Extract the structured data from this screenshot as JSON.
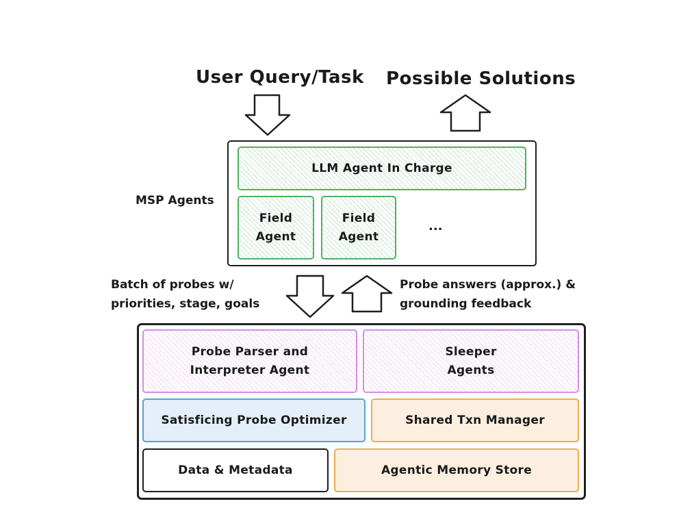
{
  "titles": {
    "input": "User Query/Task",
    "output": "Possible Solutions"
  },
  "msp": {
    "label": "MSP Agents",
    "llm_agent": "LLM Agent In Charge",
    "field_agents": [
      "Field\nAgent",
      "Field\nAgent"
    ],
    "more": "..."
  },
  "flows": {
    "down_label": "Batch of probes w/\npriorities, stage, goals",
    "up_label": "Probe answers (approx.) &\ngrounding feedback"
  },
  "backend": {
    "parser": "Probe Parser and\nInterpreter Agent",
    "sleeper": "Sleeper\nAgents",
    "optimizer": "Satisficing Probe Optimizer",
    "txn_manager": "Shared Txn Manager",
    "data": "Data & Metadata",
    "memory": "Agentic Memory Store"
  },
  "colors": {
    "green": "#4db35e",
    "purple": "#d88ce6",
    "blue": "#5a9fd8",
    "orange": "#eeaa4e"
  }
}
